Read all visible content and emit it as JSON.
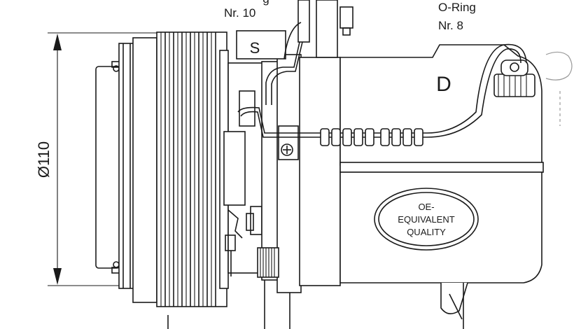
{
  "labels": {
    "nr10_top": "g",
    "nr10": "Nr. 10",
    "oring": "O-Ring",
    "nr8": "Nr. 8",
    "dimension": "Ø110",
    "s_mark": "S",
    "d_mark": "D",
    "oe_line1": "OE-",
    "oe_line2": "EQUIVALENT",
    "oe_line3": "QUALITY"
  },
  "colors": {
    "line": "#1a1a1a",
    "background": "#ffffff",
    "ghost": "#9a9a9a"
  },
  "icons": [
    "arrow-up-icon",
    "arrow-down-icon",
    "phillips-screw-icon"
  ]
}
